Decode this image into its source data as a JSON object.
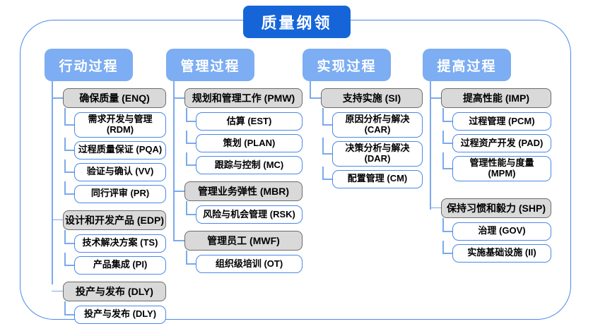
{
  "title": "质量纲领",
  "colors": {
    "title_bg": "#1565d9",
    "header_bg": "#7dadf2",
    "connector": "#7aaaee",
    "white_box_border": "#4a89e8",
    "gray_box_bg": "#d9d9d9",
    "gray_box_border": "#6b6b6b",
    "frame_border": "#4a89e8"
  },
  "columns": [
    {
      "header": "行动过程",
      "sections": [
        {
          "title": "确保质量 (ENQ)",
          "children": [
            "需求开发与管理 (RDM)",
            "过程质量保证 (PQA)",
            "验证与确认 (VV)",
            "同行评审 (PR)"
          ]
        },
        {
          "title": "设计和开发产品 (EDP)",
          "children": [
            "技术解决方案 (TS)",
            "产品集成 (PI)"
          ]
        },
        {
          "title": "投产与发布 (DLY)",
          "children": [
            "投产与发布 (DLY)"
          ]
        }
      ]
    },
    {
      "header": "管理过程",
      "sections": [
        {
          "title": "规划和管理工作 (PMW)",
          "children": [
            "估算 (EST)",
            "策划 (PLAN)",
            "跟踪与控制 (MC)"
          ]
        },
        {
          "title": "管理业务弹性 (MBR)",
          "children": [
            "风险与机会管理 (RSK)"
          ]
        },
        {
          "title": "管理员工 (MWF)",
          "children": [
            "组织级培训 (OT)"
          ]
        }
      ]
    },
    {
      "header": "实现过程",
      "sections": [
        {
          "title": "支持实施 (SI)",
          "children": [
            "原因分析与解决 (CAR)",
            "决策分析与解决 (DAR)",
            "配置管理 (CM)"
          ]
        }
      ]
    },
    {
      "header": "提高过程",
      "sections": [
        {
          "title": "提高性能 (IMP)",
          "children": [
            "过程管理 (PCM)",
            "过程资产开发 (PAD)",
            "管理性能与度量 (MPM)"
          ]
        },
        {
          "title": "保持习惯和毅力 (SHP)",
          "children": [
            "治理 (GOV)",
            "实施基础设施 (II)"
          ]
        }
      ]
    }
  ]
}
